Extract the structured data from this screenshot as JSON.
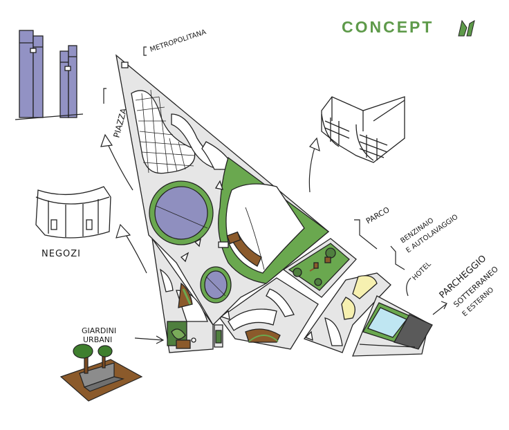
{
  "title": "CONCEPT",
  "colors": {
    "green": "#6aa84f",
    "title_green": "#5e9a4a",
    "grey": "#e6e6e6",
    "lavender": "#8f8fbf",
    "brown": "#8b5a2b",
    "pale_yellow": "#f6f0b0",
    "water": "#bfe6f2",
    "dark_grey": "#5a5a5a"
  },
  "labels": {
    "metropolitana": "METROPOLITANA",
    "piazza": "PIAZZA",
    "negozi": "NEGOZI",
    "giardini": "GIARDINI",
    "urbani": "URBANI",
    "parco": "PARCO",
    "benzinaio": "BENZINAIO",
    "autolavaggio": "E AUTOLAVAGGIO",
    "hotel": "HOTEL",
    "parcheggio": "PARCHEGGIO",
    "sotterraneo": "SOTTERRANEO",
    "esterno": "E ESTERNO"
  },
  "icons": [
    "concept-logo-icon",
    "towers-sketch",
    "hotel-building-sketch",
    "shops-building-sketch",
    "garden-planter-sketch"
  ]
}
